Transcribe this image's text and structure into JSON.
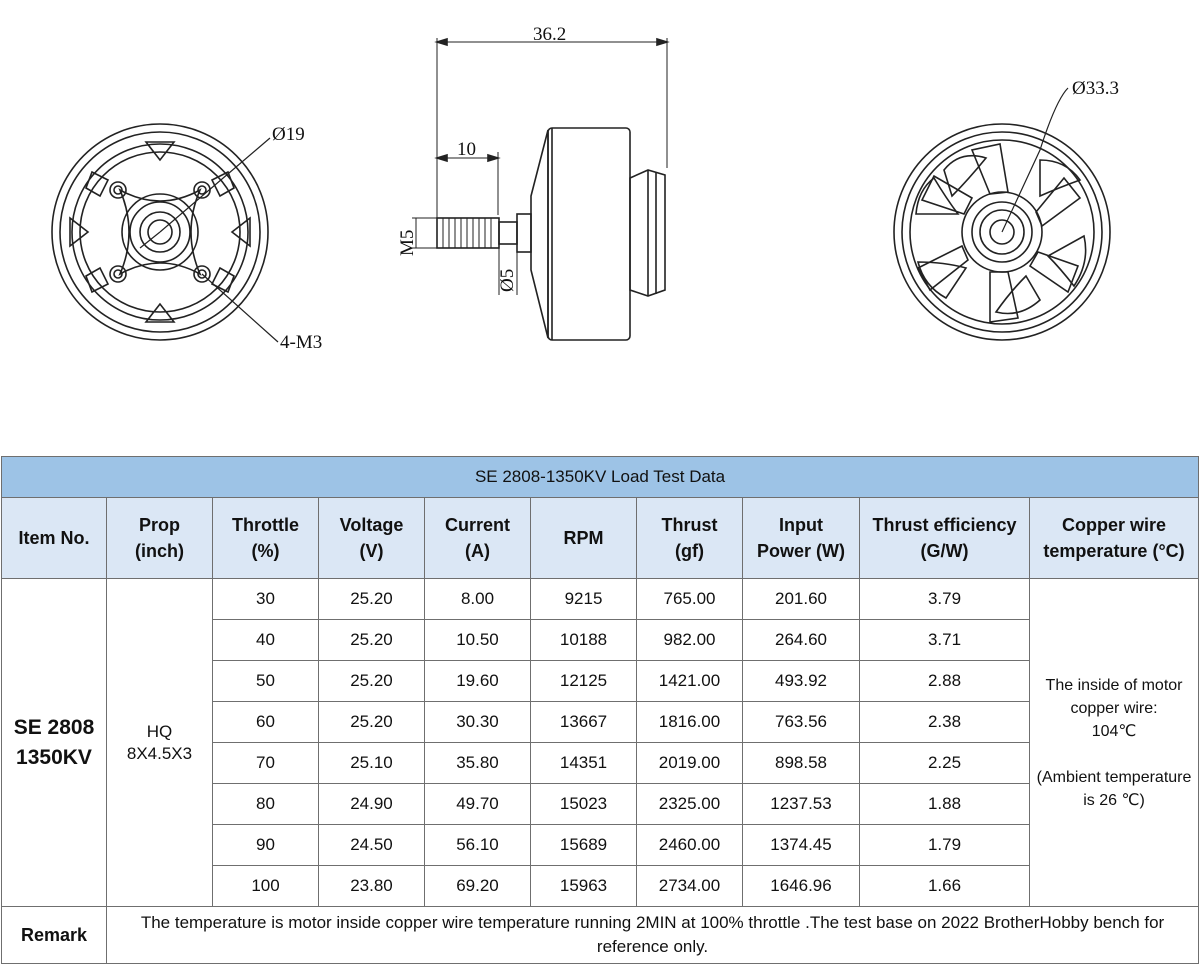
{
  "drawings": {
    "front_view": {
      "diameter_label": "Ø19",
      "mount_label": "4-M3"
    },
    "side_view": {
      "overall_length": "36.2",
      "shaft_length": "10",
      "thread_label": "M5",
      "shaft_diameter": "Ø5"
    },
    "rear_view": {
      "diameter_label": "Ø33.3"
    }
  },
  "table": {
    "title": "SE 2808-1350KV Load Test Data",
    "headers": {
      "item": "Item No.",
      "prop": [
        "Prop",
        "(inch)"
      ],
      "throttle": [
        "Throttle",
        "(%)"
      ],
      "voltage": [
        "Voltage",
        "(V)"
      ],
      "current": [
        "Current",
        "(A)"
      ],
      "rpm": "RPM",
      "thrust": [
        "Thrust",
        "(gf)"
      ],
      "power": [
        "Input",
        "Power (W)"
      ],
      "efficiency": [
        "Thrust efficiency",
        "(G/W)"
      ],
      "temperature": [
        "Copper wire",
        "temperature (°C)"
      ]
    },
    "item_no": [
      "SE 2808",
      "1350KV"
    ],
    "prop": [
      "HQ",
      "8X4.5X3"
    ],
    "rows": [
      {
        "throttle": "30",
        "voltage": "25.20",
        "current": "8.00",
        "rpm": "9215",
        "thrust": "765.00",
        "power": "201.60",
        "efficiency": "3.79"
      },
      {
        "throttle": "40",
        "voltage": "25.20",
        "current": "10.50",
        "rpm": "10188",
        "thrust": "982.00",
        "power": "264.60",
        "efficiency": "3.71"
      },
      {
        "throttle": "50",
        "voltage": "25.20",
        "current": "19.60",
        "rpm": "12125",
        "thrust": "1421.00",
        "power": "493.92",
        "efficiency": "2.88"
      },
      {
        "throttle": "60",
        "voltage": "25.20",
        "current": "30.30",
        "rpm": "13667",
        "thrust": "1816.00",
        "power": "763.56",
        "efficiency": "2.38"
      },
      {
        "throttle": "70",
        "voltage": "25.10",
        "current": "35.80",
        "rpm": "14351",
        "thrust": "2019.00",
        "power": "898.58",
        "efficiency": "2.25"
      },
      {
        "throttle": "80",
        "voltage": "24.90",
        "current": "49.70",
        "rpm": "15023",
        "thrust": "2325.00",
        "power": "1237.53",
        "efficiency": "1.88"
      },
      {
        "throttle": "90",
        "voltage": "24.50",
        "current": "56.10",
        "rpm": "15689",
        "thrust": "2460.00",
        "power": "1374.45",
        "efficiency": "1.79"
      },
      {
        "throttle": "100",
        "voltage": "23.80",
        "current": "69.20",
        "rpm": "15963",
        "thrust": "2734.00",
        "power": "1646.96",
        "efficiency": "1.66"
      }
    ],
    "temperature_note": {
      "line1": "The inside of motor copper wire:",
      "line2": "104℃",
      "line3": "(Ambient temperature is 26 ℃)"
    },
    "remark_label": "Remark",
    "remark_text": "The temperature is motor inside copper wire temperature running 2MIN at 100% throttle .The test base on 2022 BrotherHobby bench for reference only."
  }
}
